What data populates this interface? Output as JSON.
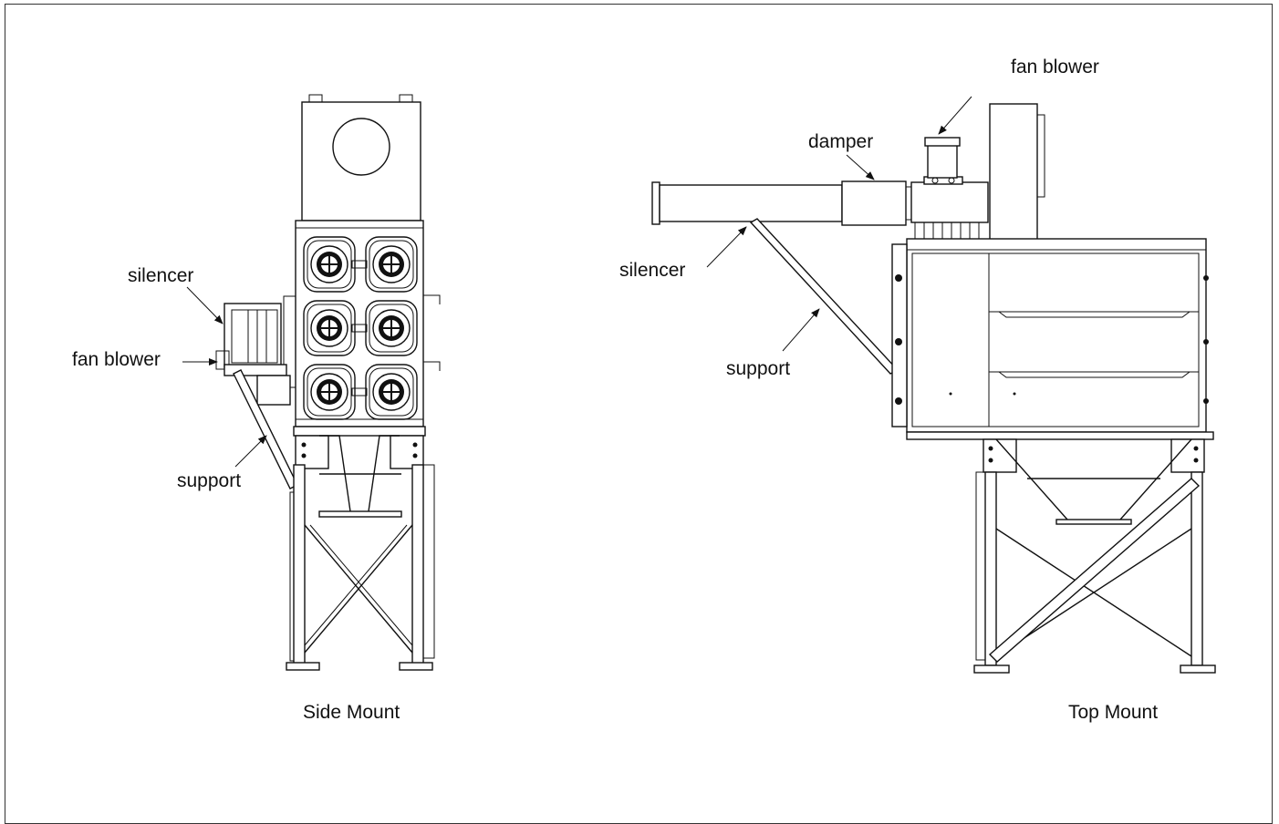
{
  "figure": {
    "views": [
      {
        "id": "side",
        "caption": "Side Mount",
        "labels": {
          "silencer": "silencer",
          "fan_blower": "fan blower",
          "support": "support"
        }
      },
      {
        "id": "top",
        "caption": "Top Mount",
        "labels": {
          "fan_blower": "fan blower",
          "damper": "damper",
          "silencer": "silencer",
          "support": "support"
        }
      }
    ]
  },
  "colors": {
    "line": "#111111",
    "background": "#ffffff"
  }
}
